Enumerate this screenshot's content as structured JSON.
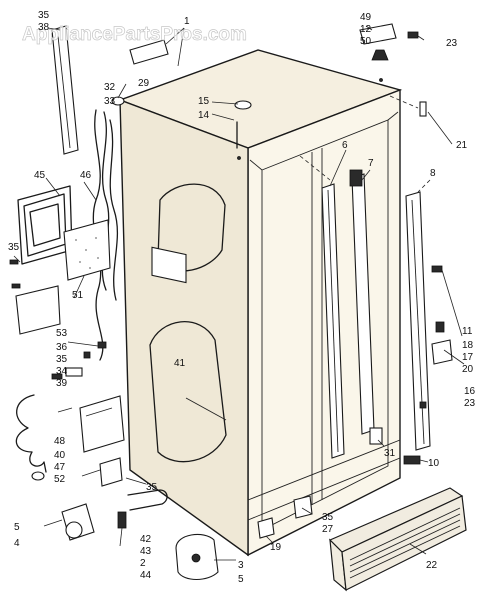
{
  "watermark": "AppliancePartsPros.com",
  "callouts": [
    "35",
    "38",
    "1",
    "49",
    "12",
    "50",
    "23",
    "29",
    "32",
    "33",
    "15",
    "14",
    "21",
    "6",
    "7",
    "8",
    "45",
    "46",
    "35",
    "51",
    "53",
    "36",
    "35",
    "34",
    "39",
    "11",
    "18",
    "17",
    "20",
    "16",
    "23",
    "41",
    "48",
    "40",
    "47",
    "52",
    "35",
    "31",
    "10",
    "5",
    "4",
    "42",
    "43",
    "2",
    "44",
    "19",
    "35",
    "27",
    "3",
    "5",
    "22"
  ]
}
